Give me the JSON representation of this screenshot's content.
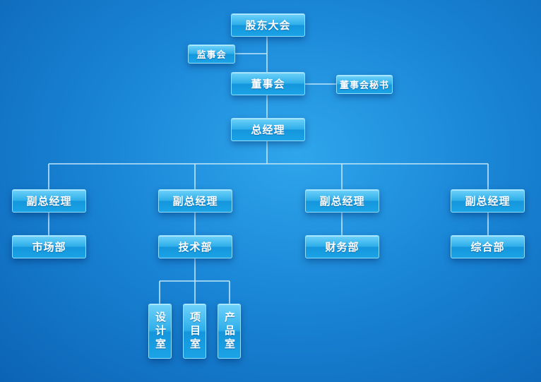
{
  "org_chart": {
    "shareholders": "股东大会",
    "supervisors": "监事会",
    "board": "董事会",
    "board_secretary": "董事会秘书",
    "general_manager": "总经理",
    "vp_1": "副总经理",
    "vp_2": "副总经理",
    "vp_3": "副总经理",
    "vp_4": "副总经理",
    "marketing": "市场部",
    "technology": "技术部",
    "finance": "财务部",
    "general_affairs": "综合部",
    "design_room": "设计室",
    "project_room": "项目室",
    "product_room": "产品室"
  }
}
